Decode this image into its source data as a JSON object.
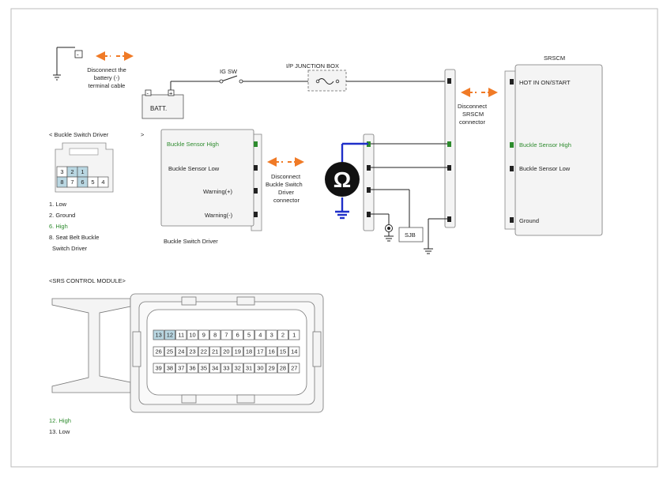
{
  "colors": {
    "wire": "#222222",
    "probe_wire": "#1f2fc9",
    "arrow": "#f07a26",
    "highlight_green": "#2e8b2e",
    "pin_highlight": "#b9d7e2",
    "box_fill": "#f4f4f4",
    "border": "#999999"
  },
  "battery": {
    "minus": "-",
    "disconnect_lines": [
      "Disconnect the",
      "battery (-)",
      "terminal cable"
    ],
    "label": "BATT.",
    "neg": "-",
    "pos": "+"
  },
  "ig_sw": "IG SW",
  "junction_box": "I/P JUNCTION BOX",
  "srscm": {
    "title": "SRSCM",
    "hot": "HOT IN ON/START",
    "high": "Buckle Sensor High",
    "low": "Buckle Sensor Low",
    "ground": "Ground",
    "disconnect_lines": [
      "Disconnect",
      "SRSCM",
      "connector"
    ]
  },
  "driver": {
    "high": "Buckle Sensor High",
    "low": "Buckle Sensor Low",
    "warn_plus": "Warning(+)",
    "warn_minus": "Warning(-)",
    "caption": "Buckle Switch Driver",
    "disconnect_lines": [
      "Disconnect",
      "Buckle Switch",
      "Driver",
      "connector"
    ]
  },
  "sjb": "SJB",
  "ohm": "Ω",
  "buckle_connector": {
    "title": "< Buckle Switch Driver",
    "arrow_mark": ">",
    "top_pins": [
      "3",
      "2",
      "1"
    ],
    "bottom_pins": [
      "8",
      "7",
      "6",
      "5",
      "4"
    ],
    "legend": [
      "1. Low",
      "2. Ground",
      "6. High",
      "8. Seat Belt Buckle",
      "Switch Driver"
    ]
  },
  "srs_module": {
    "title": "<SRS CONTROL MODULE>",
    "row1": [
      "13",
      "12",
      "11",
      "10",
      "9",
      "8",
      "7",
      "6",
      "5",
      "4",
      "3",
      "2",
      "1"
    ],
    "row2": [
      "26",
      "25",
      "24",
      "23",
      "22",
      "21",
      "20",
      "19",
      "18",
      "17",
      "16",
      "15",
      "14"
    ],
    "row3": [
      "39",
      "38",
      "37",
      "36",
      "35",
      "34",
      "33",
      "32",
      "31",
      "30",
      "29",
      "28",
      "27"
    ],
    "legend": [
      "12. High",
      "13. Low"
    ]
  }
}
